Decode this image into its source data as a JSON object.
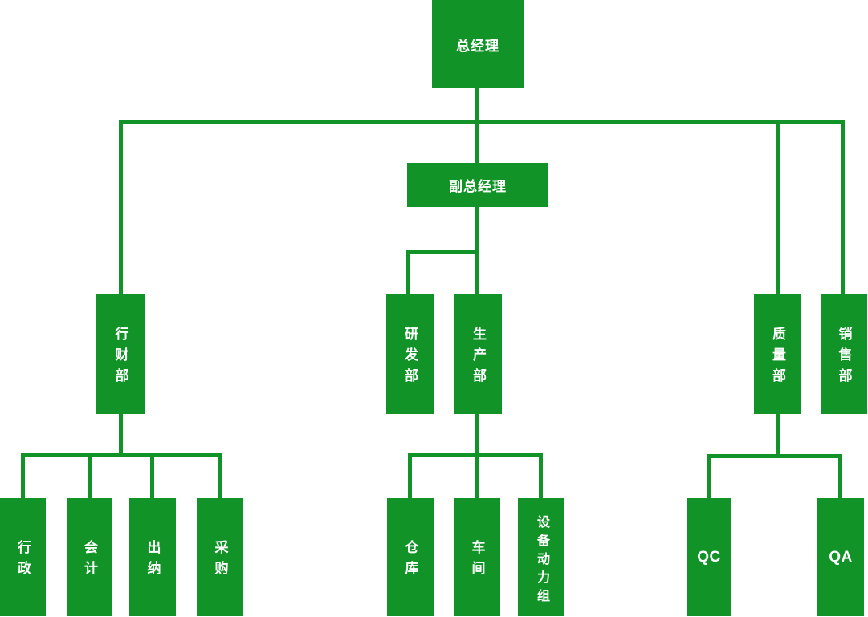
{
  "colors": {
    "node_green": "#119327",
    "text_white": "#ffffff",
    "background": "#ffffff"
  },
  "nodes": {
    "ceo": {
      "label": "总经理"
    },
    "deputy": {
      "label": "副总经理"
    },
    "finance": {
      "label": "行财部"
    },
    "rnd": {
      "label": "研发部"
    },
    "production": {
      "label": "生产部"
    },
    "quality": {
      "label": "质量部"
    },
    "sales": {
      "label": "销售部"
    },
    "admin": {
      "label": "行政"
    },
    "accounting": {
      "label": "会计"
    },
    "cashier": {
      "label": "出纳"
    },
    "purchasing": {
      "label": "采购"
    },
    "warehouse": {
      "label": "仓库"
    },
    "workshop": {
      "label": "车间"
    },
    "equipment": {
      "label": "设备动力组"
    },
    "qc": {
      "label": "QC"
    },
    "qa": {
      "label": "QA"
    }
  },
  "edges": [
    [
      "ceo",
      "finance"
    ],
    [
      "ceo",
      "deputy"
    ],
    [
      "ceo",
      "quality"
    ],
    [
      "ceo",
      "sales"
    ],
    [
      "deputy",
      "rnd"
    ],
    [
      "deputy",
      "production"
    ],
    [
      "finance",
      "admin"
    ],
    [
      "finance",
      "accounting"
    ],
    [
      "finance",
      "cashier"
    ],
    [
      "finance",
      "purchasing"
    ],
    [
      "production",
      "warehouse"
    ],
    [
      "production",
      "workshop"
    ],
    [
      "production",
      "equipment"
    ],
    [
      "quality",
      "qc"
    ],
    [
      "quality",
      "qa"
    ]
  ]
}
